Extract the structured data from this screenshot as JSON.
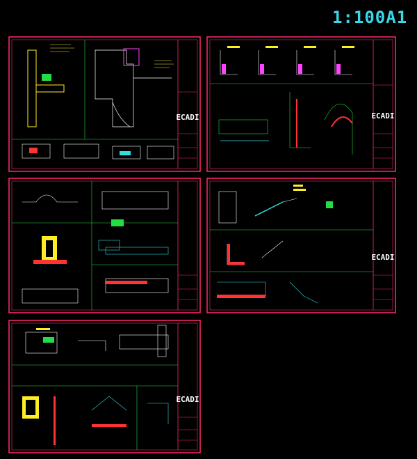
{
  "header": {
    "scale_label": "1:100A1"
  },
  "sheets": [
    {
      "id": "sheet-1",
      "title_block_logo": "ECADI"
    },
    {
      "id": "sheet-2",
      "title_block_logo": "ECADI"
    },
    {
      "id": "sheet-3",
      "title_block_logo": ""
    },
    {
      "id": "sheet-4",
      "title_block_logo": "ECADI"
    },
    {
      "id": "sheet-5",
      "title_block_logo": "ECADI"
    }
  ],
  "colors": {
    "background": "#000000",
    "sheet_frame": "#ff2a6a",
    "title_accent": "#39d8e8",
    "drawing_white": "#ffffff",
    "drawing_green": "#22dd44",
    "drawing_yellow": "#ffee22",
    "drawing_cyan": "#33dddd",
    "drawing_red": "#ff3333",
    "drawing_magenta": "#ff44ff"
  }
}
